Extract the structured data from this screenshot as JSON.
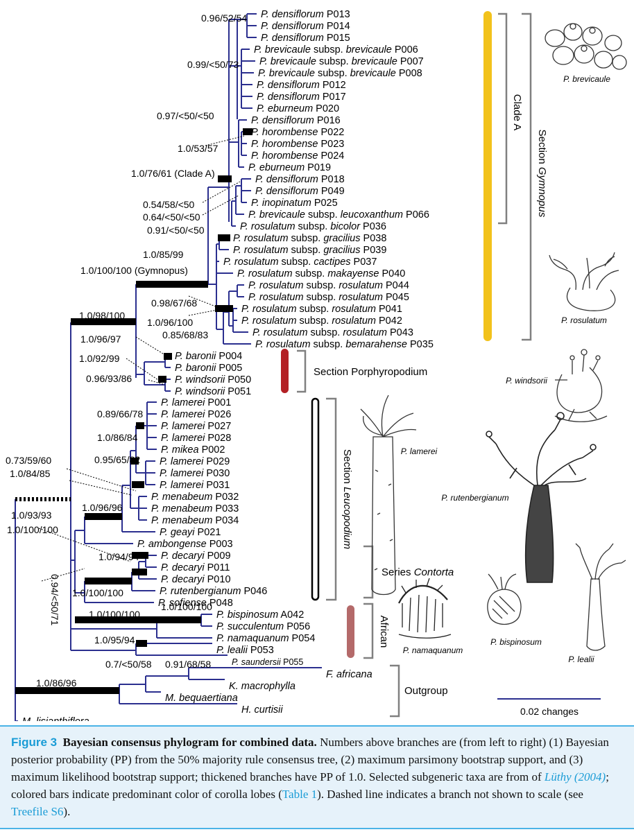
{
  "tips": [
    {
      "genus": "P.",
      "name": "densiflorum",
      "extra": "",
      "code": "P013"
    },
    {
      "genus": "P.",
      "name": "densiflorum",
      "extra": "",
      "code": "P014"
    },
    {
      "genus": "P.",
      "name": "densiflorum",
      "extra": "",
      "code": "P015"
    },
    {
      "genus": "P.",
      "name": "brevicaule",
      "extra": "subsp. brevicaule",
      "code": "P006"
    },
    {
      "genus": "P.",
      "name": "brevicaule",
      "extra": "subsp. brevicaule",
      "code": "P007"
    },
    {
      "genus": "P.",
      "name": "brevicaule",
      "extra": "subsp. brevicaule",
      "code": "P008"
    },
    {
      "genus": "P.",
      "name": "densiflorum",
      "extra": "",
      "code": "P012"
    },
    {
      "genus": "P.",
      "name": "densiflorum",
      "extra": "",
      "code": "P017"
    },
    {
      "genus": "P.",
      "name": "eburneum",
      "extra": "",
      "code": "P020"
    },
    {
      "genus": "P.",
      "name": "densiflorum",
      "extra": "",
      "code": "P016"
    },
    {
      "genus": "P.",
      "name": "horombense",
      "extra": "",
      "code": "P022"
    },
    {
      "genus": "P.",
      "name": "horombense",
      "extra": "",
      "code": "P023"
    },
    {
      "genus": "P.",
      "name": "horombense",
      "extra": "",
      "code": "P024"
    },
    {
      "genus": "P.",
      "name": "eburneum",
      "extra": "",
      "code": "P019"
    },
    {
      "genus": "P.",
      "name": "densiflorum",
      "extra": "",
      "code": "P018"
    },
    {
      "genus": "P.",
      "name": "densiflorum",
      "extra": "",
      "code": "P049"
    },
    {
      "genus": "P.",
      "name": "inopinatum",
      "extra": "",
      "code": "P025"
    },
    {
      "genus": "P.",
      "name": "brevicaule",
      "extra": "subsp. leucoxanthum",
      "code": "P066"
    },
    {
      "genus": "P.",
      "name": "rosulatum",
      "extra": "subsp. bicolor",
      "code": "P036"
    },
    {
      "genus": "P.",
      "name": "rosulatum",
      "extra": "subsp. gracilius",
      "code": "P038"
    },
    {
      "genus": "P.",
      "name": "rosulatum",
      "extra": "subsp. gracilius",
      "code": "P039"
    },
    {
      "genus": "P.",
      "name": "rosulatum",
      "extra": "subsp. cactipes",
      "code": "P037"
    },
    {
      "genus": "P.",
      "name": "rosulatum",
      "extra": "subsp. makayense",
      "code": "P040"
    },
    {
      "genus": "P.",
      "name": "rosulatum",
      "extra": "subsp. rosulatum",
      "code": "P044"
    },
    {
      "genus": "P.",
      "name": "rosulatum",
      "extra": "subsp. rosulatum",
      "code": "P045"
    },
    {
      "genus": "P.",
      "name": "rosulatum",
      "extra": "subsp. rosulatum",
      "code": "P041"
    },
    {
      "genus": "P.",
      "name": "rosulatum",
      "extra": "subsp. rosulatum",
      "code": "P042"
    },
    {
      "genus": "P.",
      "name": "rosulatum",
      "extra": "subsp. rosulatum",
      "code": "P043"
    },
    {
      "genus": "P.",
      "name": "rosulatum",
      "extra": "subsp. bemarahense",
      "code": "P035"
    },
    {
      "genus": "P.",
      "name": "baronii",
      "extra": "",
      "code": "P004"
    },
    {
      "genus": "P.",
      "name": "baronii",
      "extra": "",
      "code": "P005"
    },
    {
      "genus": "P.",
      "name": "windsorii",
      "extra": "",
      "code": "P050"
    },
    {
      "genus": "P.",
      "name": "windsorii",
      "extra": "",
      "code": "P051"
    },
    {
      "genus": "P.",
      "name": "lamerei",
      "extra": "",
      "code": "P001"
    },
    {
      "genus": "P.",
      "name": "lamerei",
      "extra": "",
      "code": "P026"
    },
    {
      "genus": "P.",
      "name": "lamerei",
      "extra": "",
      "code": "P027"
    },
    {
      "genus": "P.",
      "name": "lamerei",
      "extra": "",
      "code": "P028"
    },
    {
      "genus": "P.",
      "name": "mikea",
      "extra": "",
      "code": "P002"
    },
    {
      "genus": "P.",
      "name": "lamerei",
      "extra": "",
      "code": "P029"
    },
    {
      "genus": "P.",
      "name": "lamerei",
      "extra": "",
      "code": "P030"
    },
    {
      "genus": "P.",
      "name": "lamerei",
      "extra": "",
      "code": "P031"
    },
    {
      "genus": "P.",
      "name": "menabeum",
      "extra": "",
      "code": "P032"
    },
    {
      "genus": "P.",
      "name": "menabeum",
      "extra": "",
      "code": "P033"
    },
    {
      "genus": "P.",
      "name": "menabeum",
      "extra": "",
      "code": "P034"
    },
    {
      "genus": "P.",
      "name": "geayi",
      "extra": "",
      "code": "P021"
    },
    {
      "genus": "P.",
      "name": "ambongense",
      "extra": "",
      "code": "P003"
    },
    {
      "genus": "P.",
      "name": "decaryi",
      "extra": "",
      "code": "P009"
    },
    {
      "genus": "P.",
      "name": "decaryi",
      "extra": "",
      "code": "P011"
    },
    {
      "genus": "P.",
      "name": "decaryi",
      "extra": "",
      "code": "P010"
    },
    {
      "genus": "P.",
      "name": "rutenbergianum",
      "extra": "",
      "code": "P046"
    },
    {
      "genus": "P.",
      "name": "sofiense",
      "extra": "",
      "code": "P048"
    },
    {
      "genus": "P.",
      "name": "bispinosum",
      "extra": "",
      "code": "A042"
    },
    {
      "genus": "P.",
      "name": "succulentum",
      "extra": "",
      "code": "P056"
    },
    {
      "genus": "P.",
      "name": "namaquanum",
      "extra": "",
      "code": "P054"
    },
    {
      "genus": "P.",
      "name": "lealii",
      "extra": "",
      "code": "P053"
    },
    {
      "genus": "P.",
      "name": "saundersii",
      "extra": "",
      "code": "P055"
    },
    {
      "genus": "F.",
      "name": "africana",
      "extra": "",
      "code": ""
    },
    {
      "genus": "K.",
      "name": "macrophylla",
      "extra": "",
      "code": ""
    },
    {
      "genus": "M.",
      "name": "bequaertiana",
      "extra": "",
      "code": ""
    },
    {
      "genus": "H.",
      "name": "curtisii",
      "extra": "",
      "code": ""
    },
    {
      "genus": "M.",
      "name": "lisianthiflora",
      "extra": "",
      "code": ""
    }
  ],
  "support_labels": [
    "0.96/52/54",
    "0.99/<50/73",
    "0.97/<50/<50",
    "1.0/53/57",
    "1.0/76/61 (Clade A)",
    "0.54/58/<50",
    "0.64/<50/<50",
    "0.91/<50/<50",
    "1.0/85/99",
    "1.0/100/100 (Gymnopus)",
    "0.98/67/68",
    "1.0/96/100",
    "0.85/68/83",
    "1.0/98/100",
    "1.0/96/97",
    "1.0/92/99",
    "0.96/93/86",
    "0.89/66/78",
    "1.0/86/84",
    "0.95/65/82",
    "0.73/59/60",
    "1.0/84/85",
    "1.0/96/96",
    "1.0/93/93",
    "1.0/100/100",
    "1.0/94/94",
    "1.0/100/100",
    "0.94/<50/71",
    "1.0/100/100",
    "1.0/100/100",
    "1.0/95/94",
    "0.91/68/58",
    "0.7/<50/58",
    "1.0/86/96"
  ],
  "groups": {
    "clade_a": "Clade A",
    "section_gymnopus_prefix": "Section ",
    "section_gymnopus_name": "Gymnopus",
    "section_porphyropodium": "Section Porphyropodium",
    "section_leucopodium_prefix": "Section ",
    "section_leucopodium_name": "Leucopodium",
    "series_contorta_prefix": "Series ",
    "series_contorta_name": "Contorta",
    "african": "African",
    "outgroup": "Outgroup"
  },
  "illustrations": [
    {
      "label": "P. brevicaule"
    },
    {
      "label": "P. rosulatum"
    },
    {
      "label": "P. windsorii"
    },
    {
      "label": "P. lamerei"
    },
    {
      "label": "P. rutenbergianum"
    },
    {
      "label": "P. namaquanum"
    },
    {
      "label": "P. bispinosum"
    },
    {
      "label": "P. lealii"
    }
  ],
  "scale_bar": {
    "label": "0.02 changes"
  },
  "colors": {
    "branch": "#2b2f8f",
    "yellow_bar": "#f2c21b",
    "red_bar": "#b32025",
    "pink_bar": "#b46a6a",
    "bracket": "#808080",
    "caption_bg": "#e6f2fa",
    "caption_accent": "#1a9cd6"
  },
  "caption": {
    "label": "Figure 3",
    "title": "Bayesian consensus phylogram for combined data.",
    "body_1": " Numbers above branches are (from left to right) (1) Bayesian posterior probability (PP) from the 50% majority rule consensus tree, (2) maximum parsimony bootstrap support, and (3) maximum likelihood bootstrap support; thickened branches have PP of 1.0. Selected subgeneric taxa are from of ",
    "ref_1": "Lüthy (2004)",
    "body_2": "; colored bars indicate predominant color of corolla lobes (",
    "ref_2": "Table 1",
    "body_3": "). Dashed line indicates a branch not shown to scale (see ",
    "ref_3": "Treefile S6",
    "body_4": ")."
  }
}
